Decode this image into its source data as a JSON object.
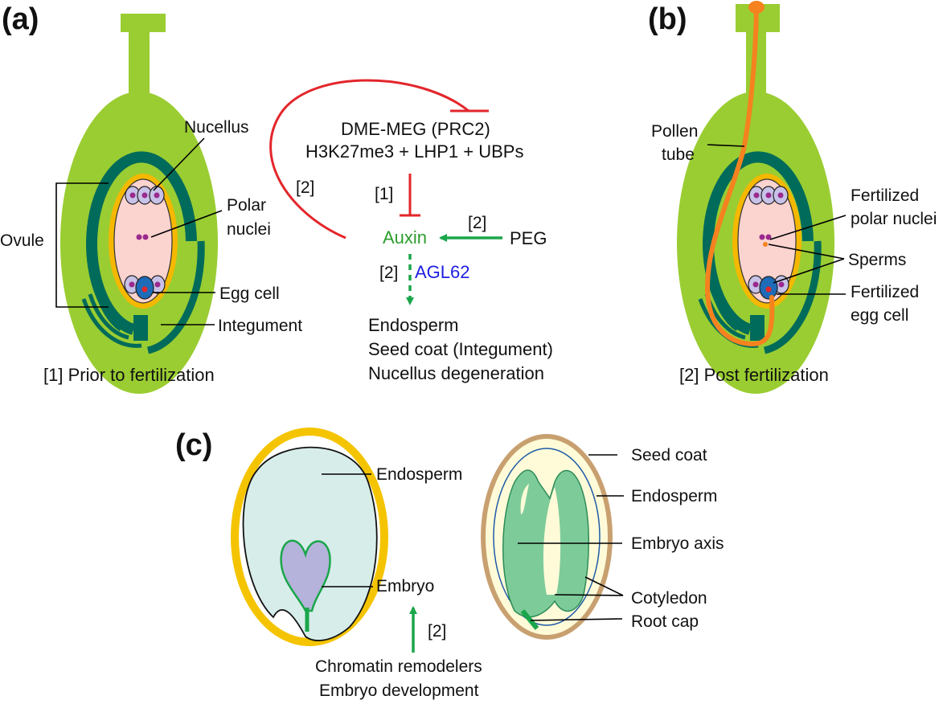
{
  "colors": {
    "ovule_light": "#9ACD32",
    "ovule_dark": "#006B5A",
    "embryo_sac": "#FBD3CF",
    "integument_ring": "#F5B800",
    "nuclei": "#9B2A8E",
    "egg_cell": "#1E6BB8",
    "pollen_tube": "#F5821F",
    "repress": "#E3262B",
    "promote": "#1AA64A",
    "auxin_text": "#2E9E2E",
    "agl62_text": "#1D1DE0",
    "seed_coat_young": "#F5C400",
    "seed_coat_mature": "#C8A070",
    "endosperm_young": "#D7EDEA",
    "endosperm_mature": "#FFFBD8",
    "embryo_young": "#B5B3DB",
    "embryo_mature": "#7ECB9A"
  },
  "panel_a": {
    "label": "(a)",
    "labels": {
      "nucellus": "Nucellus",
      "polar1": "Polar",
      "polar2": "nuclei",
      "ovule": "Ovule",
      "egg": "Egg cell",
      "integument": "Integument"
    },
    "caption": "[1] Prior to fertilization"
  },
  "pathway": {
    "line1": "DME-MEG (PRC2)",
    "line2": "H3K27me3 + LHP1 + UBPs",
    "tag_repress_loop": "[2]",
    "tag_repress": "[1]",
    "tag_peg": "[2]",
    "tag_agl": "[2]",
    "auxin": "Auxin",
    "peg": "PEG",
    "agl62": "AGL62",
    "out1": "Endosperm",
    "out2": "Seed coat (Integument)",
    "out3": "Nucellus degeneration"
  },
  "panel_b": {
    "label": "(b)",
    "labels": {
      "pollen1": "Pollen",
      "pollen2": "tube",
      "fpolar1": "Fertilized",
      "fpolar2": "polar nuclei",
      "sperms": "Sperms",
      "fegg1": "Fertilized",
      "fegg2": "egg cell"
    },
    "caption": "[2] Post fertilization"
  },
  "panel_c": {
    "label": "(c)",
    "labels": {
      "endosperm_left": "Endosperm",
      "embryo": "Embryo",
      "tag": "[2]",
      "chromatin": "Chromatin remodelers",
      "embryo_dev": "Embryo development",
      "seed_coat": "Seed coat",
      "endosperm_right": "Endosperm",
      "embryo_axis": "Embryo axis",
      "cotyledon": "Cotyledon",
      "root_cap": "Root cap"
    }
  }
}
